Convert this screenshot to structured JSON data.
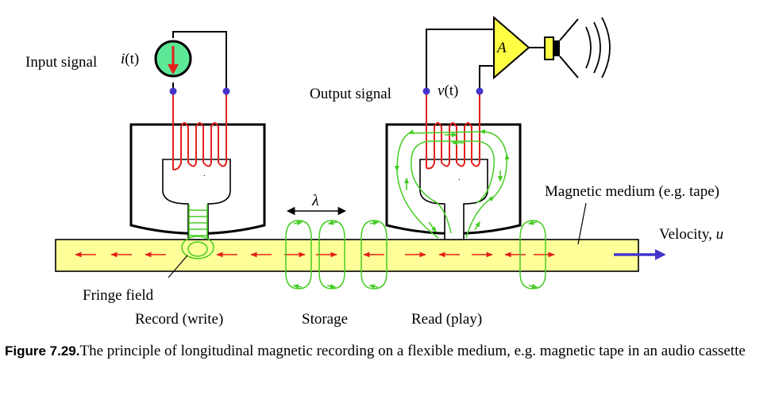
{
  "labels": {
    "input_signal": "Input signal",
    "input_symbol": "i",
    "input_arg": "(t)",
    "output_signal": "Output signal",
    "output_symbol": "v",
    "output_arg": "(t)",
    "amplifier": "A",
    "medium": "Magnetic medium (e.g. tape)",
    "velocity": "Velocity, ",
    "velocity_symbol": "u",
    "lambda": "λ",
    "fringe": "Fringe field",
    "record": "Record (write)",
    "storage": "Storage",
    "read": "Read (play)"
  },
  "caption": {
    "figure": "Figure 7.29.",
    "text": "The principle of longitudinal magnetic recording on a flexible medium, e.g. magnetic tape in an audio cassette"
  },
  "colors": {
    "tape": "#ffff99",
    "magnetization": "#e3201b",
    "coil": "#e3201b",
    "flux": "#44cc22",
    "source": "#5de898",
    "amplifier": "#ffff44",
    "terminal": "#4433cc",
    "velocity": "#4433cc"
  },
  "icons": [
    "current-source-icon",
    "amplifier-icon",
    "speaker-icon"
  ],
  "tape_arrow_directions": [
    "left",
    "left",
    "left",
    "left",
    "left",
    "right",
    "right",
    "left",
    "right",
    "left",
    "right",
    "left",
    "right"
  ]
}
